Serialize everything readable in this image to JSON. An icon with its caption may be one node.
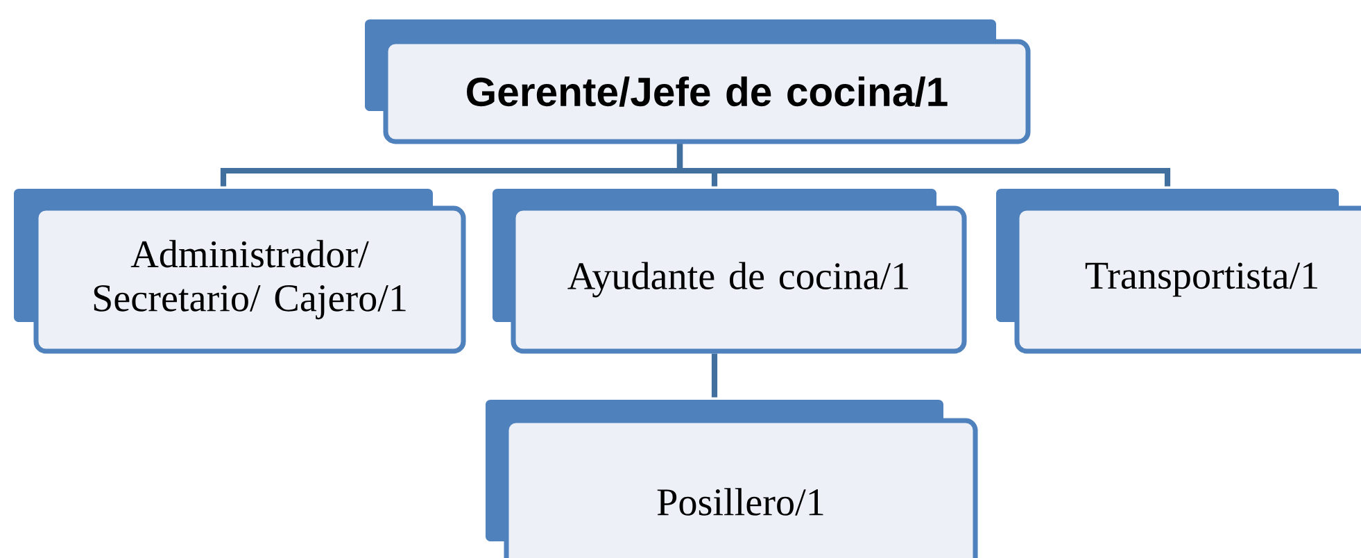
{
  "diagram": {
    "nodes": [
      {
        "text": [
          "Gerente/Jefe de cocina/1"
        ]
      },
      {
        "text": [
          "Administrador/ Secretario/ Cajero/1"
        ]
      },
      {
        "text": [
          "Ayudante de cocina/1"
        ]
      },
      {
        "text": [
          "Transportista/1"
        ]
      },
      {
        "text": [
          "Posillero/1"
        ]
      }
    ],
    "edges": [
      {
        "from": 0,
        "to": 1,
        "arrow": "none"
      },
      {
        "from": 0,
        "to": 2,
        "arrow": "none"
      },
      {
        "from": 0,
        "to": 3,
        "arrow": "none"
      },
      {
        "from": 2,
        "to": 4,
        "arrow": "none"
      }
    ]
  }
}
